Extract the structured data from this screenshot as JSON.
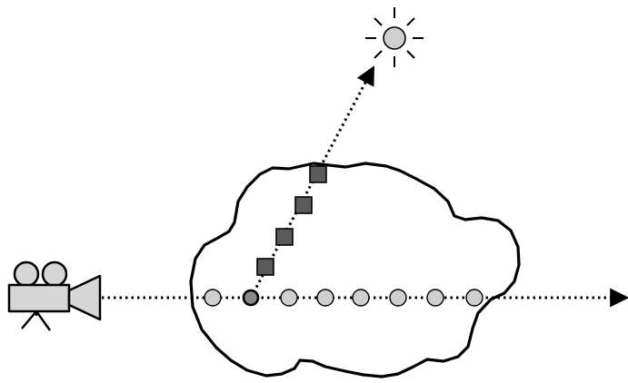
{
  "diagram": {
    "icons": {
      "camera": "movie-camera-icon",
      "light": "sun-light-source-icon"
    },
    "colors": {
      "stroke": "#000000",
      "sample_fill": "#cfcfcf",
      "light_fill": "#cfcfcf",
      "camera_fill": "#d6d6d6",
      "shadow_sample_fill": "#5a5a5a",
      "background": "#ffffff"
    },
    "view_ray": {
      "primary_samples": 8,
      "highlighted_sample_index": 1
    },
    "light_ray": {
      "shadow_samples": 4
    }
  }
}
